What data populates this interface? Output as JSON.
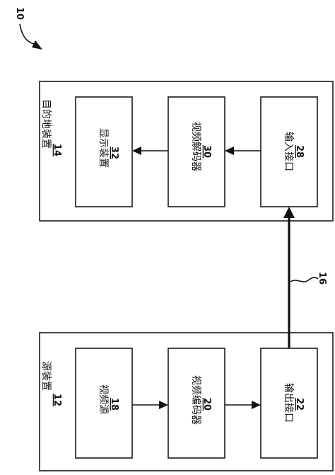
{
  "figure_ref": "10",
  "link_ref": "16",
  "destination_device": {
    "label": "目的地装置",
    "number": "14",
    "blocks": {
      "display": {
        "label": "显示装置",
        "number": "32"
      },
      "decoder": {
        "label": "视频解码器",
        "number": "30"
      },
      "input_interface": {
        "label": "输入接口",
        "number": "28"
      }
    }
  },
  "source_device": {
    "label": "源装置",
    "number": "12",
    "blocks": {
      "video_source": {
        "label": "视频源",
        "number": "18"
      },
      "encoder": {
        "label": "视频编码器",
        "number": "20"
      },
      "output_interface": {
        "label": "输出接口",
        "number": "22"
      }
    }
  }
}
